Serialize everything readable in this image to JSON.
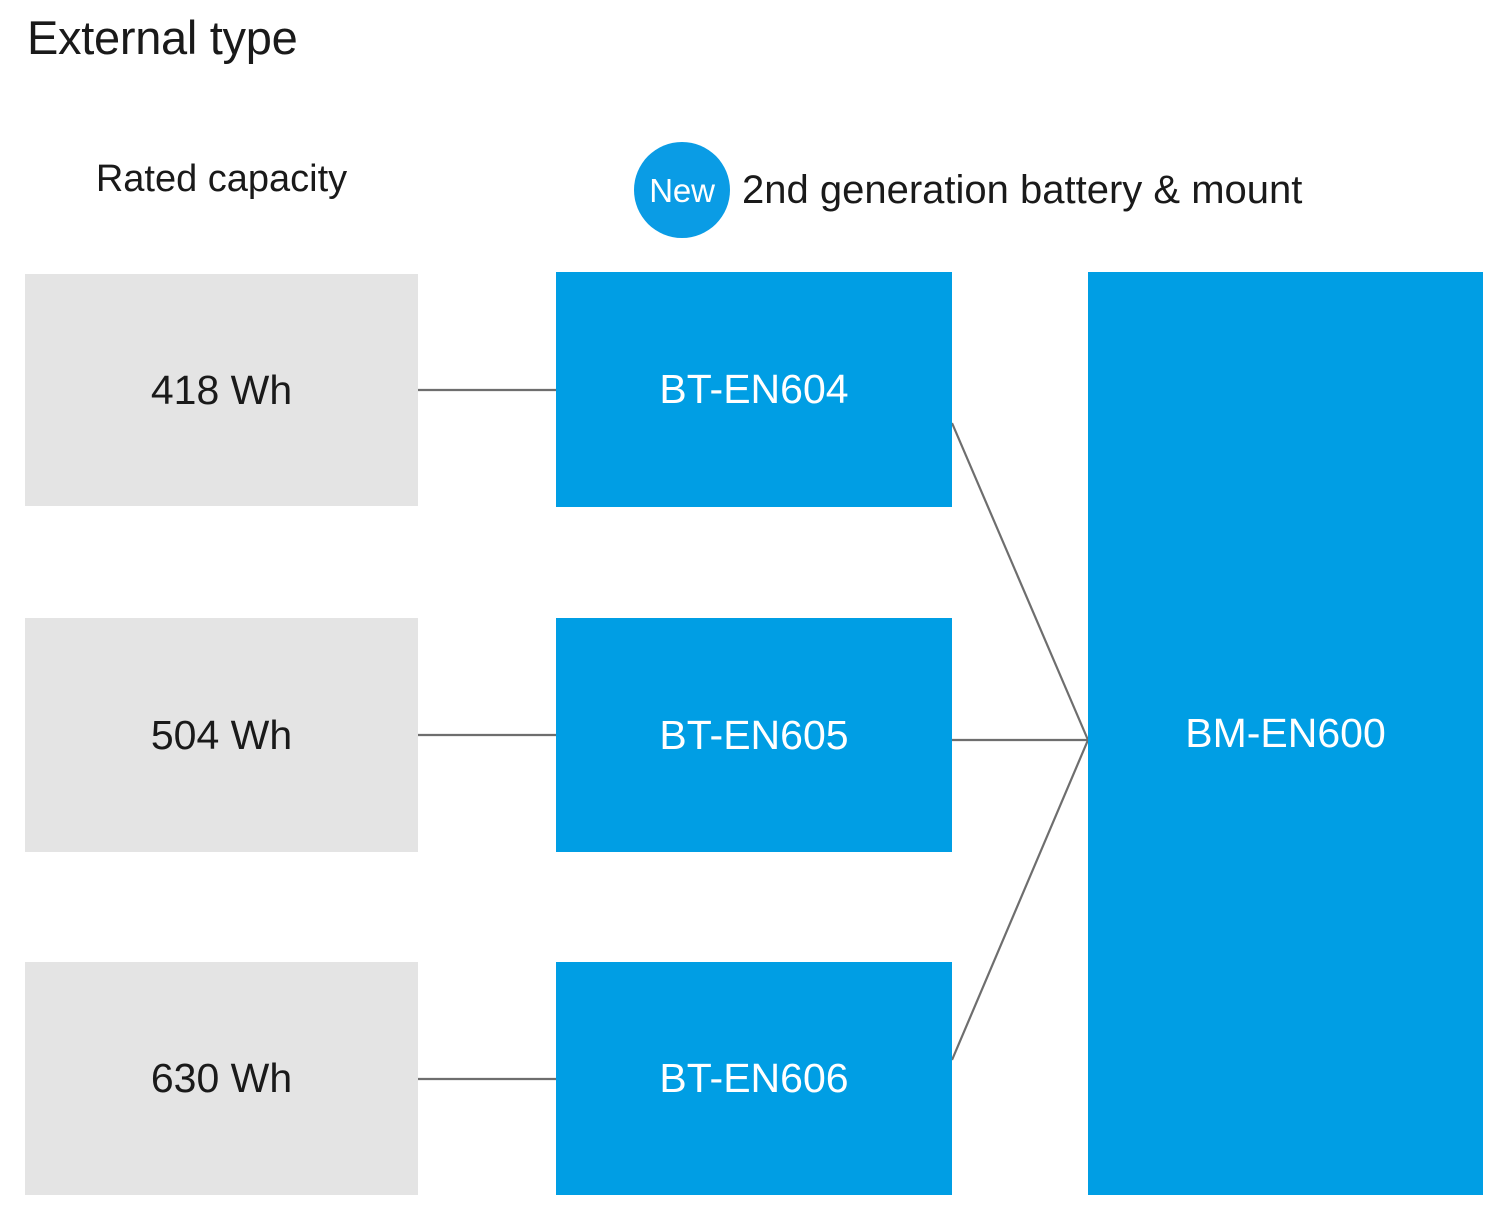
{
  "title": "External type",
  "colors": {
    "brand_blue": "#009EE4",
    "badge_blue": "#0A9CE5",
    "box_gray": "#E4E4E4",
    "connector_gray": "#6E6E6E",
    "text_dark": "#1a1a1a",
    "text_light": "#ffffff"
  },
  "columns": {
    "capacity_header": "Rated capacity",
    "product_header": {
      "badge": "New",
      "caption": "2nd generation battery & mount"
    }
  },
  "chart_data": {
    "type": "diagram",
    "title": "External type",
    "layout": "three-column fan-in tree",
    "columns": [
      "Rated capacity",
      "2nd generation battery",
      "mount"
    ],
    "capacities": [
      {
        "value": "418 Wh",
        "battery": "BT-EN604"
      },
      {
        "value": "504 Wh",
        "battery": "BT-EN605"
      },
      {
        "value": "630 Wh",
        "battery": "BT-EN606"
      }
    ],
    "mount": "BM-EN600",
    "edges": [
      {
        "from": "418 Wh",
        "to": "BT-EN604"
      },
      {
        "from": "504 Wh",
        "to": "BT-EN605"
      },
      {
        "from": "630 Wh",
        "to": "BT-EN606"
      },
      {
        "from": "BT-EN604",
        "to": "BM-EN600"
      },
      {
        "from": "BT-EN605",
        "to": "BM-EN600"
      },
      {
        "from": "BT-EN606",
        "to": "BM-EN600"
      }
    ]
  },
  "capacity_boxes": [
    {
      "label": "418 Wh"
    },
    {
      "label": "504 Wh"
    },
    {
      "label": "630 Wh"
    }
  ],
  "battery_boxes": [
    {
      "label": "BT-EN604"
    },
    {
      "label": "BT-EN605"
    },
    {
      "label": "BT-EN606"
    }
  ],
  "mount_boxes": [
    {
      "label": "BM-EN600"
    }
  ]
}
